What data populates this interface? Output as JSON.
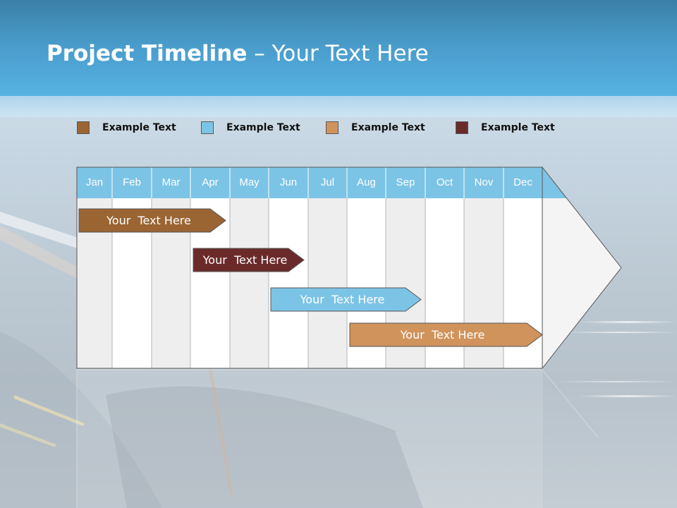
{
  "slide": {
    "title_bold": "Project Timeline",
    "title_rest": " – Your Text Here"
  },
  "legend": [
    {
      "label": "Example Text",
      "color": "#9a6532"
    },
    {
      "label": "Example Text",
      "color": "#7cc4e6"
    },
    {
      "label": "Example Text",
      "color": "#d0935c"
    },
    {
      "label": "Example Text",
      "color": "#6b2a2a"
    }
  ],
  "months": [
    "Jan",
    "Feb",
    "Mar",
    "Apr",
    "May",
    "Jun",
    "Jul",
    "Aug",
    "Sep",
    "Oct",
    "Nov",
    "Dec"
  ],
  "tasks": [
    {
      "label": "Your  Text Here",
      "color": "#9a6532",
      "start_month": "Jan",
      "end_month": "Apr"
    },
    {
      "label": "Your  Text Here",
      "color": "#6b2a2a",
      "start_month": "Apr",
      "end_month": "Jun"
    },
    {
      "label": "Your  Text Here",
      "color": "#7cc4e6",
      "start_month": "Jun",
      "end_month": "Sep"
    },
    {
      "label": "Your  Text Here",
      "color": "#d0935c",
      "start_month": "Aug",
      "end_month": "Dec"
    }
  ],
  "colors": {
    "header_band": "#4a9dcc",
    "month_header": "#7cc4e6",
    "grid_shade": "#eeeeee"
  }
}
